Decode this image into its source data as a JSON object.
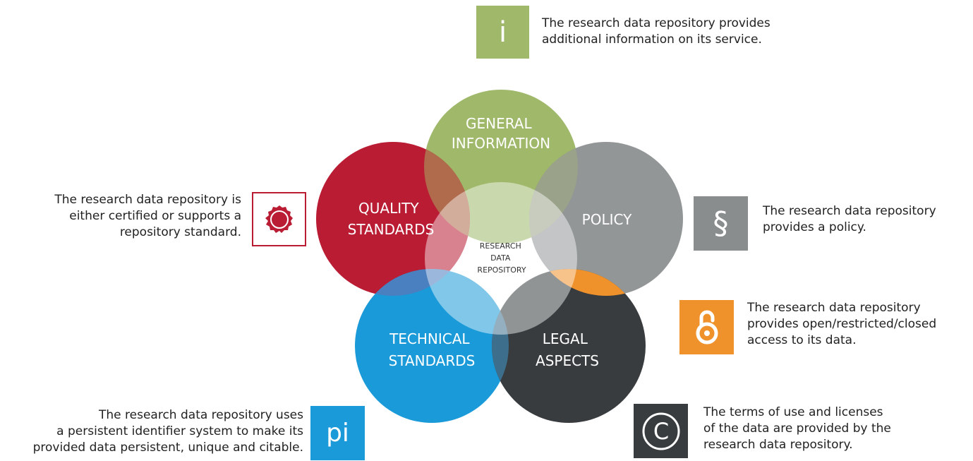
{
  "colors": {
    "general": "#9fb86a",
    "quality": "#b91c33",
    "policy": "#8a8d8e",
    "technical": "#1a9ad8",
    "legal": "#383c3f",
    "open_access": "#f0922b",
    "center": "#ffffff"
  },
  "circles": {
    "general": [
      "GENERAL",
      "INFORMATION"
    ],
    "quality": [
      "QUALITY",
      "STANDARDS"
    ],
    "policy": [
      "POLICY"
    ],
    "technical": [
      "TECHNICAL",
      "STANDARDS"
    ],
    "legal": [
      "LEGAL",
      "ASPECTS"
    ],
    "center": [
      "RESEARCH",
      "DATA",
      "REPOSITORY"
    ]
  },
  "items": {
    "general": {
      "icon_glyph": "i",
      "icon_name": "info-icon",
      "lines": [
        "The research data repository provides",
        "additional information on its service."
      ]
    },
    "quality": {
      "icon_name": "seal-icon",
      "lines": [
        "The research data repository is",
        "either certified or supports a",
        "repository standard."
      ]
    },
    "policy": {
      "icon_glyph": "§",
      "icon_name": "section-sign-icon",
      "lines": [
        "The research data repository",
        "provides a policy."
      ]
    },
    "open_access": {
      "icon_name": "open-access-lock-icon",
      "lines": [
        "The research data repository",
        "provides open/restricted/closed",
        "access to its data."
      ]
    },
    "technical": {
      "icon_glyph": "pi",
      "icon_name": "persistent-identifier-icon",
      "lines": [
        "The research data repository uses",
        "a persistent identifier system to make its",
        "provided data persistent, unique and citable."
      ]
    },
    "legal": {
      "icon_glyph": "C",
      "icon_name": "copyright-icon",
      "lines": [
        "The terms of use and licenses",
        "of the data are provided by the",
        "research data repository."
      ]
    }
  }
}
